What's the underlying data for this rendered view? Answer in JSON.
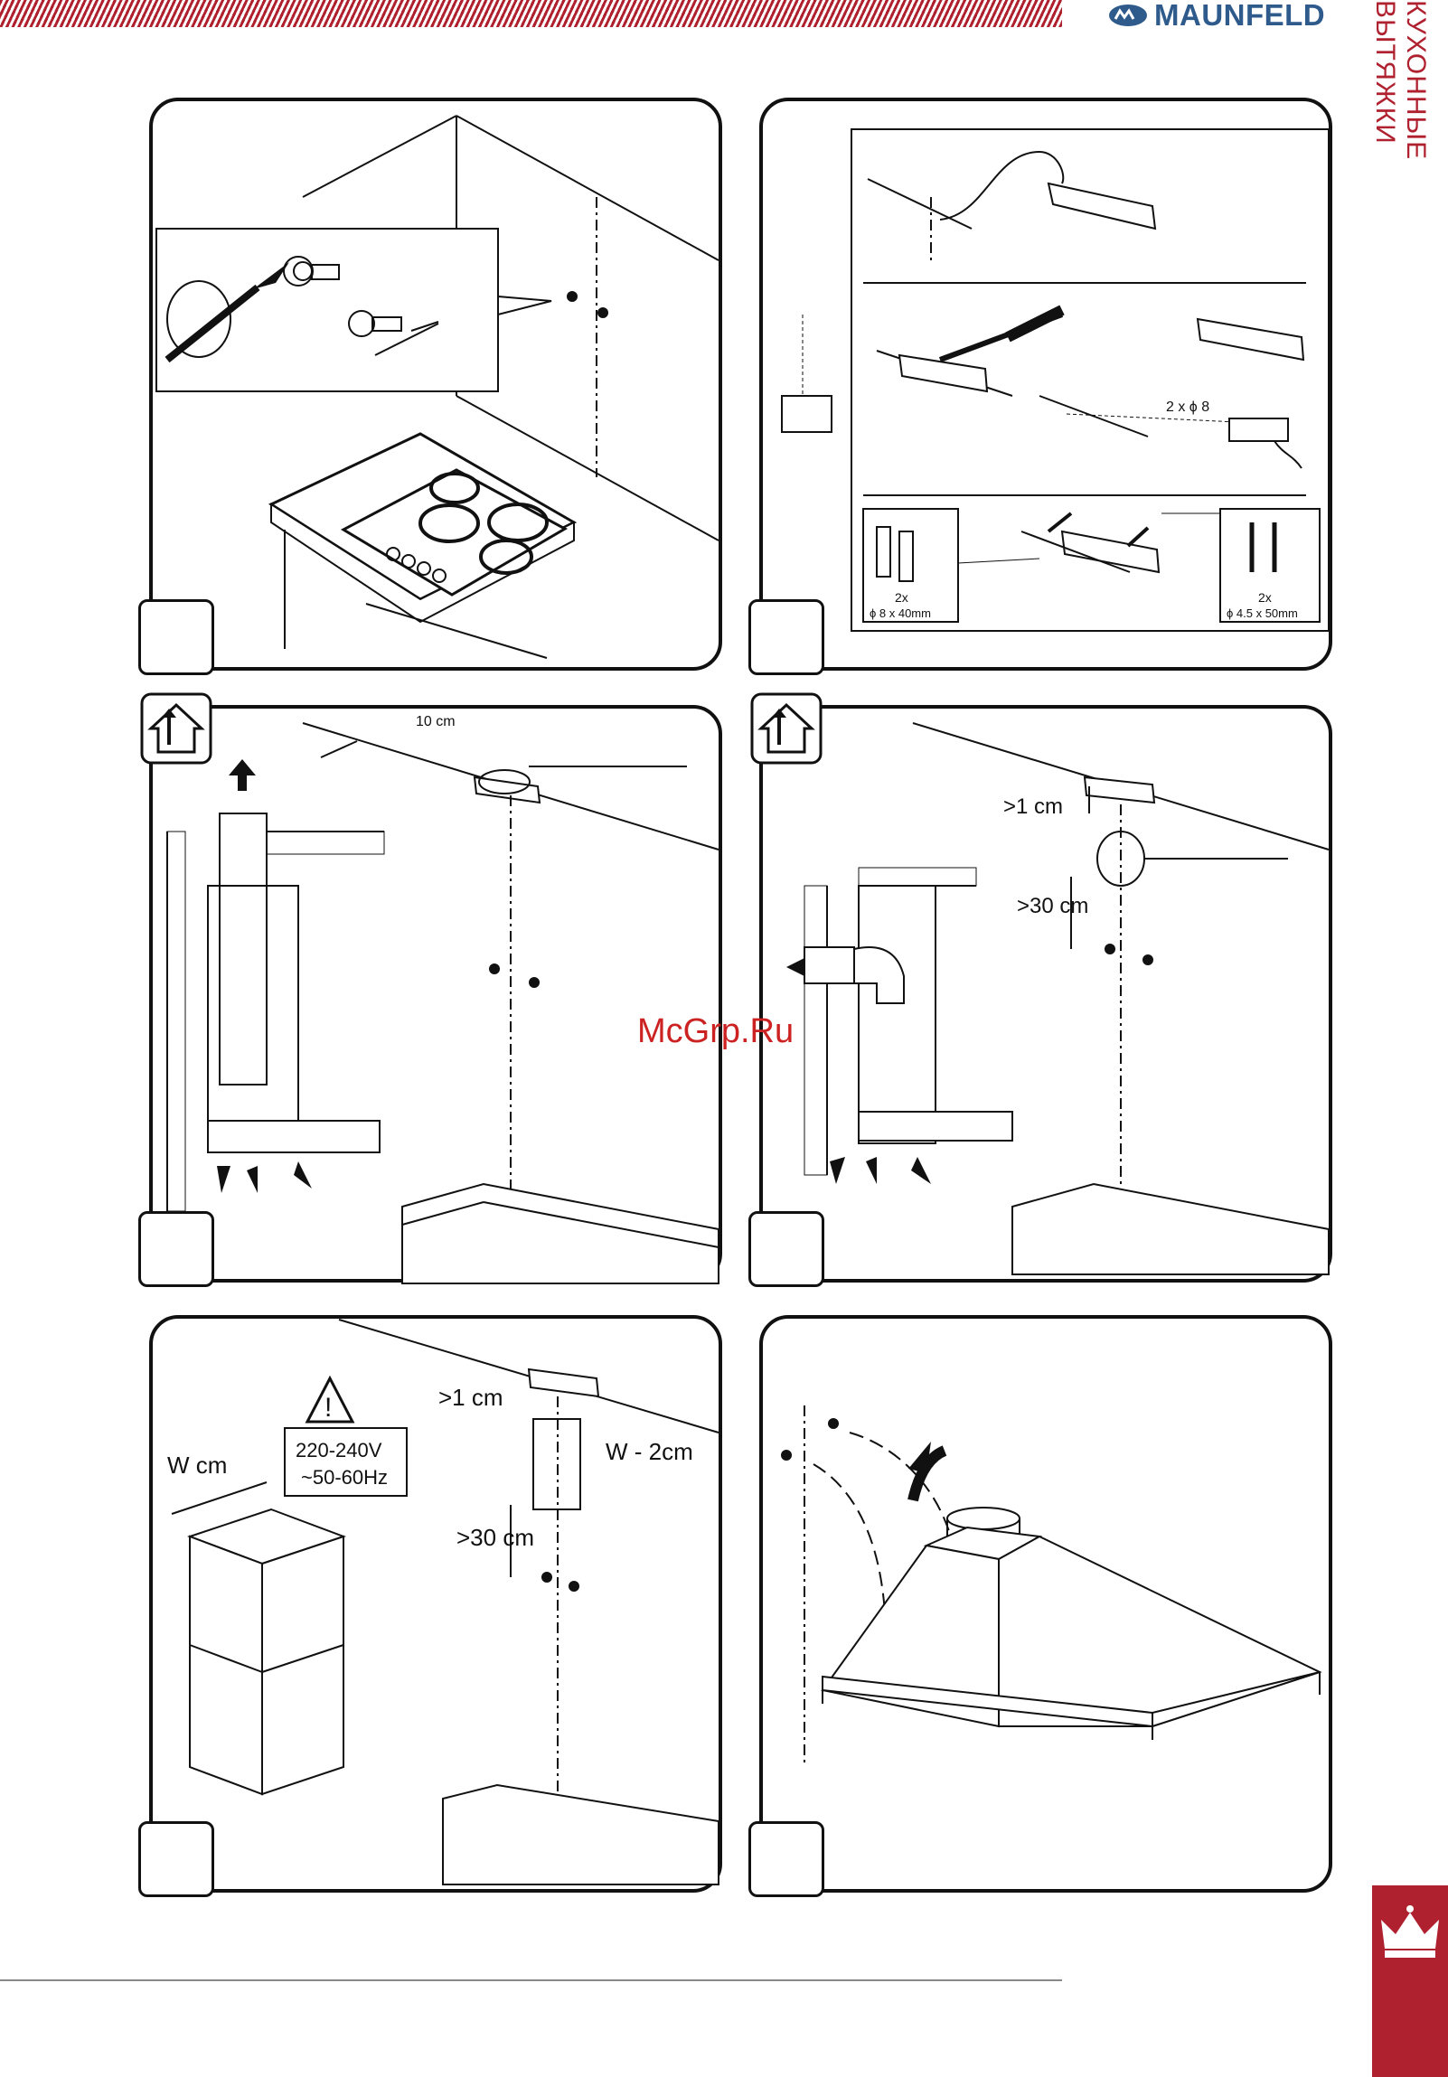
{
  "header": {
    "brand": "MAUNFELD",
    "side_label": "КУХОННЫЕ ВЫТЯЖКИ",
    "accent_color": "#b0212f",
    "brand_color": "#2e5a8c"
  },
  "watermark": "McGrp.Ru",
  "panels": {
    "p2": {
      "drill_label": "2 x ϕ 8",
      "plug_count": "2x",
      "plug_size": "ϕ 8 x 40mm",
      "screw_count": "2x",
      "screw_size": "ϕ 4.5 x 50mm"
    },
    "p3": {
      "distance_label": "10 cm"
    },
    "p4": {
      "gap_top": ">1 cm",
      "gap_bottom": ">30 cm"
    },
    "p5": {
      "gap_top": ">1 cm",
      "gap_bottom": ">30 cm",
      "voltage": "220-240V",
      "frequency": "~50-60Hz",
      "width_label": "W cm",
      "width_minus": "W - 2cm",
      "warning_symbol": "!"
    }
  },
  "icons": [
    "maunfeld-logo-icon",
    "house-exhaust-icon",
    "crown-icon",
    "warning-triangle-icon",
    "screwdriver-icon",
    "drill-icon",
    "pencil-icon"
  ]
}
